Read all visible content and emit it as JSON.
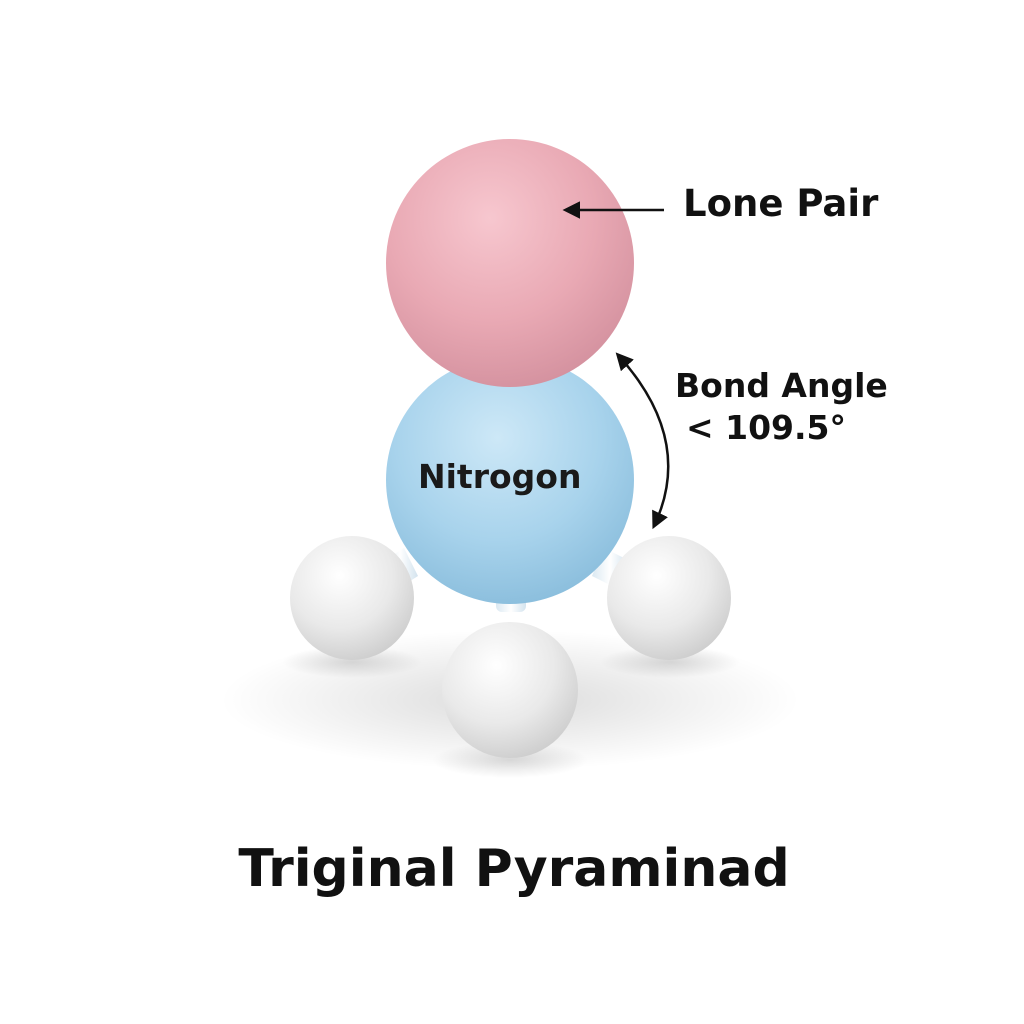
{
  "title": "Triginal Pyraminad",
  "labels": {
    "lone_pair": "Lone Pair",
    "bond_angle_line1": "Bond Angle",
    "bond_angle_line2": "< 109.5°",
    "central_atom": "Nitrogon"
  },
  "colors": {
    "lone_pair": "#e7a6b2",
    "nitrogen": "#a9d4ec",
    "hydrogen": "#e6e6e6",
    "bond": "#eef5fa",
    "text": "#111111",
    "background": "#ffffff"
  }
}
